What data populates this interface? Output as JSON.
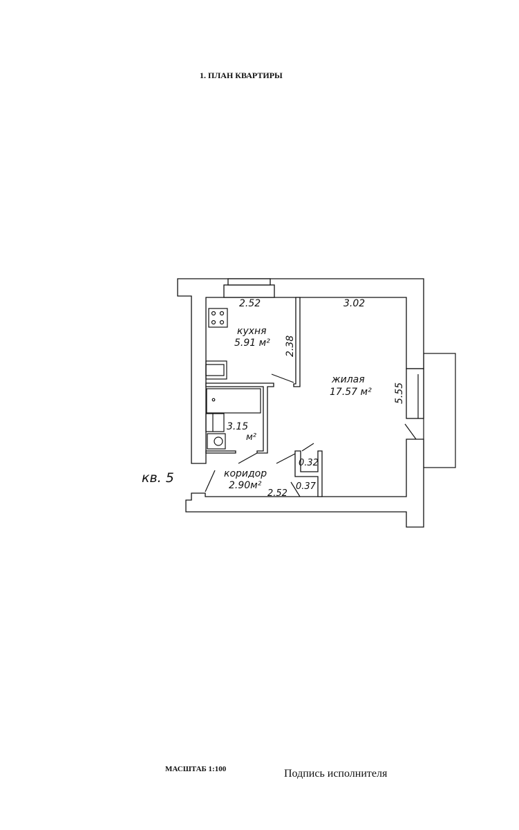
{
  "header": {
    "title": "1. ПЛАН КВАРТИРЫ"
  },
  "plan": {
    "apartment_label": "кв. 5",
    "rooms": [
      {
        "name": "кухня",
        "area": "5.91 м²"
      },
      {
        "name": "жилая",
        "area": "17.57 м²"
      },
      {
        "name": "",
        "area": "3.15",
        "unit": "м²"
      },
      {
        "name": "коридор",
        "area": "2.90м²"
      }
    ],
    "dimensions": {
      "kitchen_width": "2.52",
      "living_width": "3.02",
      "kitchen_length": "2.38",
      "living_length": "5.55",
      "closet_width": "0.32",
      "closet_depth": "0.37",
      "corridor_length": "2.52"
    }
  },
  "footer": {
    "scale": "МАСШТАБ 1:100",
    "signature_label": "Подпись исполнителя"
  }
}
